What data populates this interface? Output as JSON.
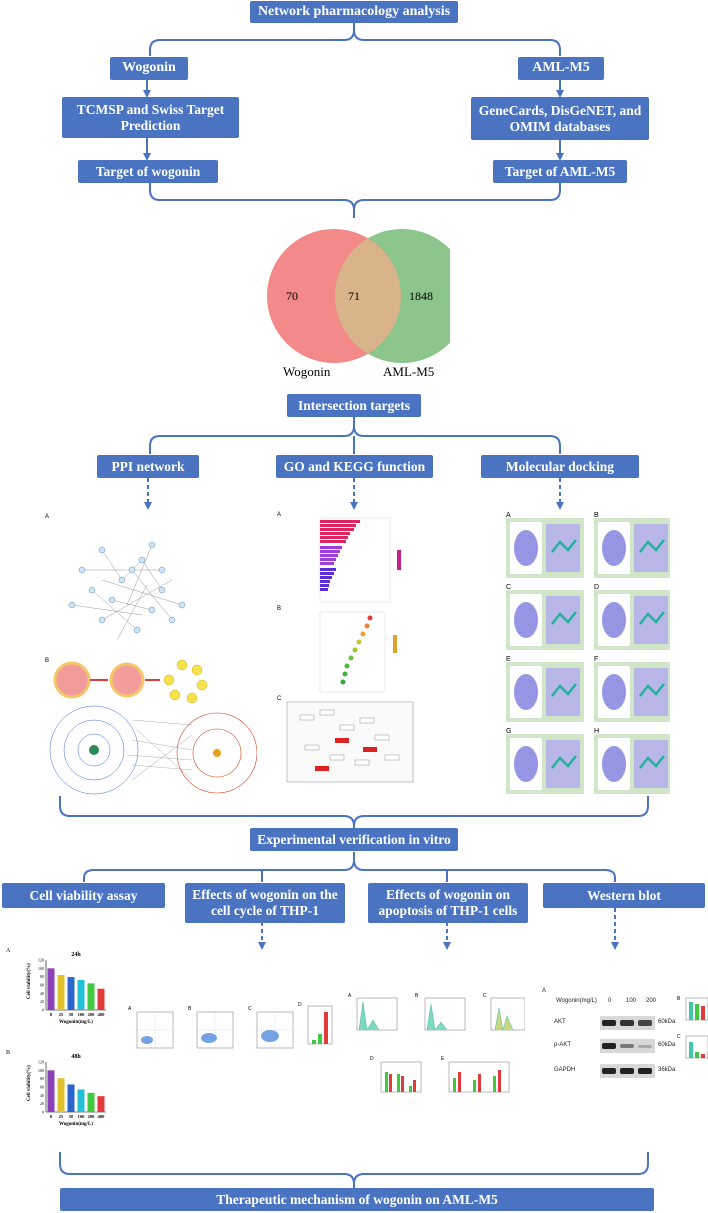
{
  "header": {
    "title": "Network pharmacology analysis"
  },
  "left_branch": {
    "compound": "Wogonin",
    "databases": "TCMSP and Swiss Target Prediction",
    "target": "Target of  wogonin"
  },
  "right_branch": {
    "disease": "AML-M5",
    "databases": "GeneCards, DisGeNET, and OMIM databases",
    "target": "Target of  AML-M5"
  },
  "venn": {
    "left_only": "70",
    "overlap": "71",
    "right_only": "1848",
    "left_label": "Wogonin",
    "right_label": "AML-M5",
    "left_color": "#f27c7c",
    "right_color": "#7fbf7f"
  },
  "intersection": {
    "label": "Intersection targets"
  },
  "analyses": {
    "ppi": "PPI network",
    "go": "GO and KEGG function",
    "docking": "Molecular docking"
  },
  "docking_panels": [
    "A",
    "B",
    "C",
    "D",
    "E",
    "F",
    "G",
    "H"
  ],
  "go_panels": [
    "A",
    "B",
    "C"
  ],
  "ppi_panels": [
    "A",
    "B"
  ],
  "experimental": {
    "label": "Experimental verification in vitro"
  },
  "experiments": {
    "viability": "Cell viability assay",
    "cycle": "Effects of wogonin on the cell cycle of THP-1",
    "apoptosis": "Effects of wogonin on apoptosis of THP-1 cells",
    "western": "Western blot"
  },
  "viability_charts": {
    "panel_a": {
      "letter": "A",
      "title": "24h",
      "ylabel": "Cell viability(%)",
      "xlabel": "Wogonin(mg/L)",
      "categories": [
        "0",
        "25",
        "50",
        "100",
        "200",
        "400"
      ],
      "values": [
        100,
        84,
        79,
        72,
        64,
        51
      ]
    },
    "panel_b": {
      "letter": "B",
      "title": "48h",
      "ylabel": "Cell viability(%)",
      "xlabel": "Wogonin(mg/L)",
      "categories": [
        "0",
        "25",
        "50",
        "100",
        "200",
        "400"
      ],
      "values": [
        100,
        81,
        66,
        54,
        46,
        38
      ]
    },
    "ticks": [
      "0",
      "20",
      "40",
      "60",
      "80",
      "100",
      "120"
    ],
    "bar_colors": [
      "#8b3fb8",
      "#e0c22c",
      "#2a66c9",
      "#22c1d8",
      "#3ec93e",
      "#e03a3a"
    ]
  },
  "cycle_panels": [
    "A",
    "B",
    "C",
    "D"
  ],
  "apoptosis_panels": [
    "A",
    "B",
    "C",
    "D",
    "E"
  ],
  "western": {
    "letter": "A",
    "dose_label": "Wogonin(mg/L)",
    "doses": [
      "0",
      "100",
      "200"
    ],
    "bands": [
      {
        "name": "AKT",
        "kda": "60kDa"
      },
      {
        "name": "p-AKT",
        "kda": "60kDa"
      },
      {
        "name": "GAPDH",
        "kda": "36kDa"
      }
    ],
    "side_panels": [
      "B",
      "C"
    ]
  },
  "footer": {
    "label": "Therapeutic mechanism of wogonin on AML-M5"
  }
}
